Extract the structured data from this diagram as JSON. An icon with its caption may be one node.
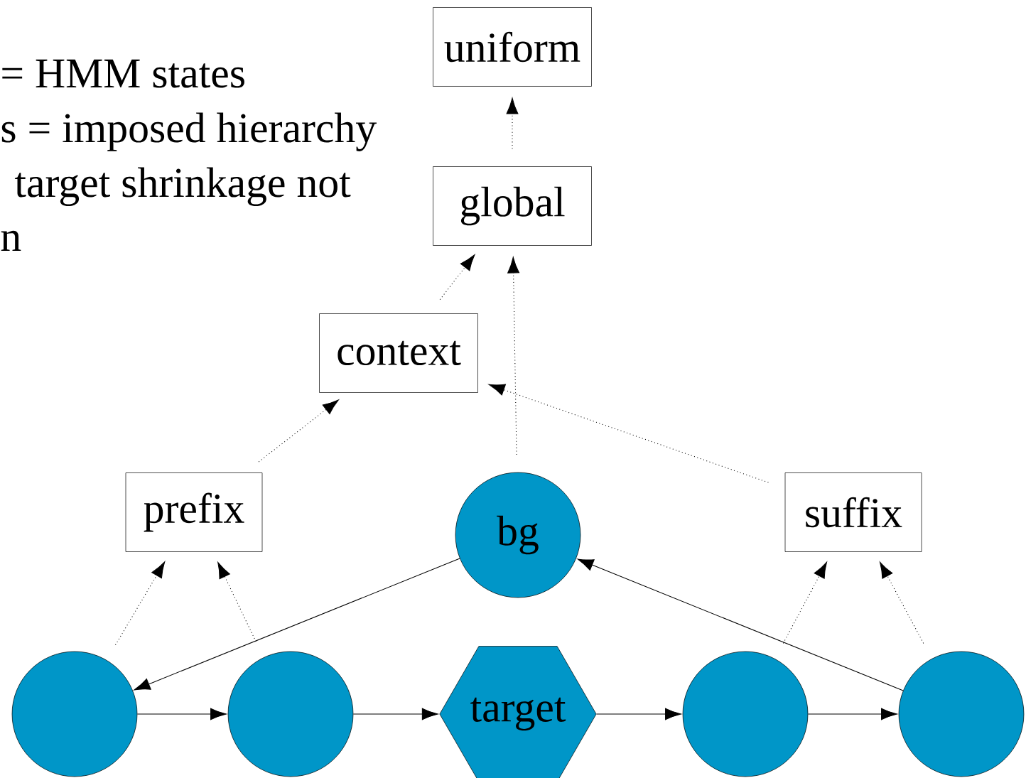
{
  "diagram": {
    "nodes": [
      {
        "text": [
          "uniform"
        ]
      },
      {
        "text": [
          "global"
        ]
      },
      {
        "text": [
          "context"
        ]
      },
      {
        "text": [
          "prefix"
        ]
      },
      {
        "text": [
          "bg"
        ]
      },
      {
        "text": [
          "suffix"
        ]
      },
      {
        "text": [],
        "shape": "circle"
      },
      {
        "text": [],
        "shape": "circle"
      },
      {
        "text": [
          "target"
        ]
      },
      {
        "text": [],
        "shape": "circle"
      },
      {
        "text": [],
        "shape": "circle"
      }
    ],
    "edges": [
      {
        "from": 1,
        "to": 0,
        "arrow": "to",
        "style": "dashed"
      },
      {
        "from": 2,
        "to": 1,
        "arrow": "to",
        "style": "dashed"
      },
      {
        "from": 4,
        "to": 1,
        "arrow": "to",
        "style": "dashed"
      },
      {
        "from": 3,
        "to": 2,
        "arrow": "to",
        "style": "dashed"
      },
      {
        "from": 5,
        "to": 2,
        "arrow": "to",
        "style": "dashed"
      },
      {
        "from": 6,
        "to": 3,
        "arrow": "to",
        "style": "dashed"
      },
      {
        "from": 7,
        "to": 3,
        "arrow": "to",
        "style": "dashed"
      },
      {
        "from": 9,
        "to": 5,
        "arrow": "to",
        "style": "dashed"
      },
      {
        "from": 10,
        "to": 5,
        "arrow": "to",
        "style": "dashed"
      },
      {
        "from": 4,
        "to": 6,
        "arrow": "to"
      },
      {
        "from": 10,
        "to": 4,
        "arrow": "to"
      },
      {
        "from": 6,
        "to": 7,
        "arrow": "to"
      },
      {
        "from": 7,
        "to": 8,
        "arrow": "to"
      },
      {
        "from": 8,
        "to": 9,
        "arrow": "to"
      },
      {
        "from": 9,
        "to": 10,
        "arrow": "to"
      }
    ],
    "labels": [
      "= HMM states",
      "s = imposed hierarchy",
      "target shrinkage not",
      "n"
    ]
  }
}
